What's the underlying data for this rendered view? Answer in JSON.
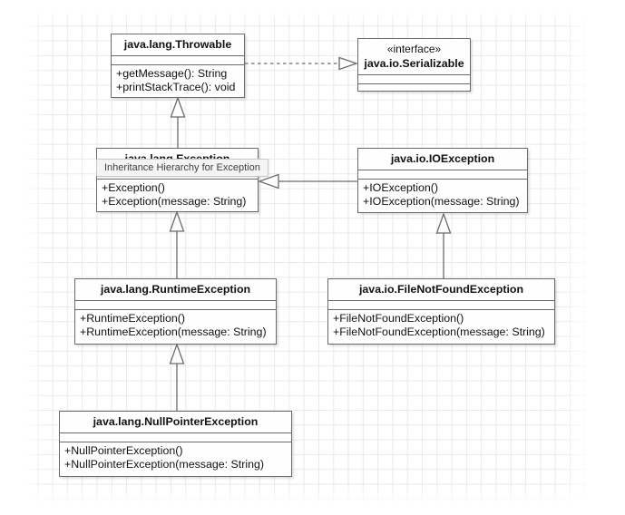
{
  "canvas": {
    "tooltip": "Inheritance Hierarchy for Exception"
  },
  "classes": {
    "throwable": {
      "title": "java.lang.Throwable",
      "methods": [
        "+getMessage(): String",
        "+printStackTrace(): void"
      ]
    },
    "serializable": {
      "stereotype": "«interface»",
      "title": "java.io.Serializable"
    },
    "exception": {
      "title": "java.lang.Exception",
      "methods": [
        "+Exception()",
        "+Exception(message: String)"
      ]
    },
    "ioException": {
      "title": "java.io.IOException",
      "methods": [
        "+IOException()",
        "+IOException(message: String)"
      ]
    },
    "runtimeException": {
      "title": "java.lang.RuntimeException",
      "methods": [
        "+RuntimeException()",
        "+RuntimeException(message: String)"
      ]
    },
    "fileNotFoundException": {
      "title": "java.io.FileNotFoundException",
      "methods": [
        "+FileNotFoundException()",
        "+FileNotFoundException(message: String)"
      ]
    },
    "nullPointerException": {
      "title": "java.lang.NullPointerException",
      "methods": [
        "+NullPointerException()",
        "+NullPointerException(message: String)"
      ]
    }
  },
  "relations": [
    {
      "from": "java.lang.Exception",
      "to": "java.lang.Throwable",
      "type": "generalization"
    },
    {
      "from": "java.io.IOException",
      "to": "java.lang.Exception",
      "type": "generalization"
    },
    {
      "from": "java.lang.RuntimeException",
      "to": "java.lang.Exception",
      "type": "generalization"
    },
    {
      "from": "java.io.FileNotFoundException",
      "to": "java.io.IOException",
      "type": "generalization"
    },
    {
      "from": "java.lang.NullPointerException",
      "to": "java.lang.RuntimeException",
      "type": "generalization"
    },
    {
      "from": "java.lang.Throwable",
      "to": "java.io.Serializable",
      "type": "realization"
    }
  ],
  "colors": {
    "box_border": "#6b6b6b",
    "box_fill": "#fefefe",
    "grid_line": "#e9e9ec",
    "tooltip_bg": "#f4f4f4",
    "tooltip_border": "#c8c8c8",
    "text": "#111111"
  }
}
